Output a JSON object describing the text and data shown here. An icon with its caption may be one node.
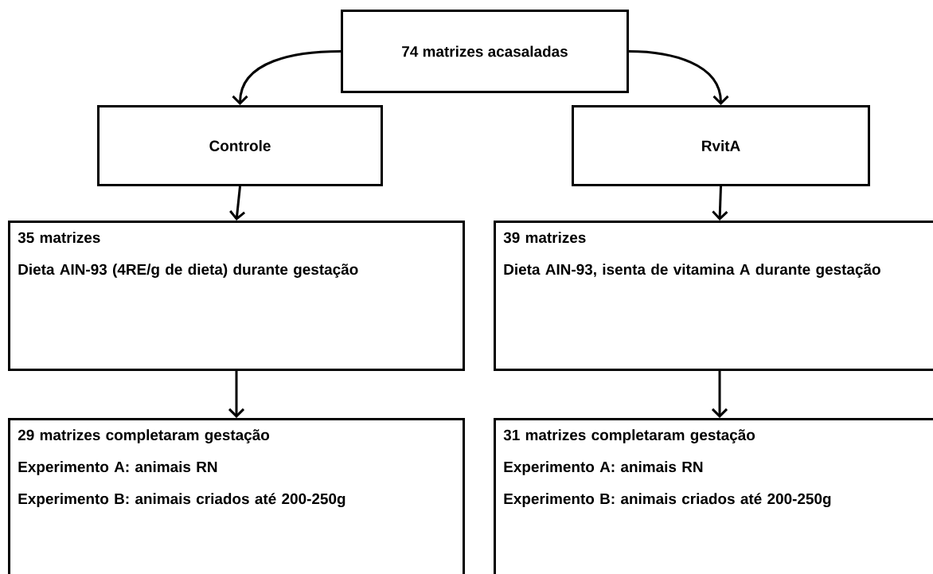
{
  "diagram": {
    "nodes": [
      {
        "text": [
          "74 matrizes acasaladas"
        ]
      },
      {
        "text": [
          "Controle"
        ]
      },
      {
        "text": [
          "RvitA"
        ]
      },
      {
        "text": [
          "35 matrizes",
          "Dieta AIN-93 (4RE/g de dieta) durante gestação"
        ]
      },
      {
        "text": [
          "39 matrizes",
          "Dieta AIN-93, isenta de vitamina A durante gestação"
        ]
      },
      {
        "text": [
          "29 matrizes completaram gestação",
          "Experimento A:  animais RN",
          "Experimento B: animais criados até 200-250g"
        ]
      },
      {
        "text": [
          "31 matrizes completaram gestação",
          "Experimento A: animais RN",
          "Experimento B: animais criados até 200-250g"
        ]
      }
    ],
    "edges": [
      {
        "from": 0,
        "to": 1,
        "arrow": "to"
      },
      {
        "from": 0,
        "to": 2,
        "arrow": "to"
      },
      {
        "from": 1,
        "to": 3,
        "arrow": "to"
      },
      {
        "from": 2,
        "to": 4,
        "arrow": "to"
      },
      {
        "from": 3,
        "to": 5,
        "arrow": "to"
      },
      {
        "from": 4,
        "to": 6,
        "arrow": "to"
      }
    ]
  }
}
